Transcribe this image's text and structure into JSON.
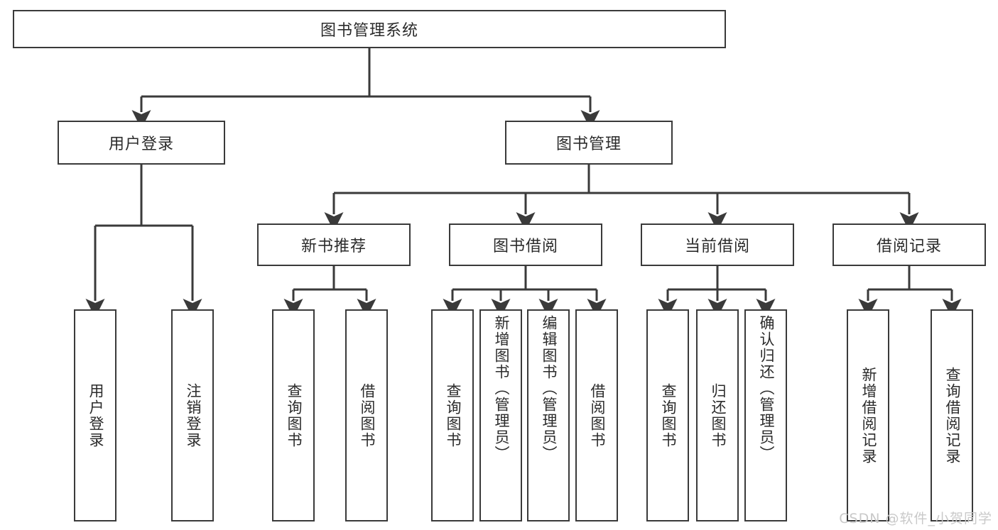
{
  "diagram": {
    "title": "图书管理系统",
    "watermark": "CSDN @软件_小贺同学",
    "style": {
      "border_color": "#3a3a3a",
      "background": "#ffffff",
      "text_color": "#2b2b2b",
      "watermark_color": "#c9c9c9"
    },
    "nodes": {
      "root": "图书管理系统",
      "user_login": "用户登录",
      "book_manage": "图书管理",
      "new_book_rec": "新书推荐",
      "book_borrow": "图书借阅",
      "current_borrow": "当前借阅",
      "borrow_record": "借阅记录",
      "leaf_user_login": "用户登录",
      "leaf_logout": "注销登录",
      "leaf_query_book_1": "查询图书",
      "leaf_borrow_book_1": "借阅图书",
      "leaf_query_book_2": "查询图书",
      "leaf_add_book_admin": "新增图书（管理员）",
      "leaf_edit_book_admin": "编辑图书（管理员）",
      "leaf_borrow_book_2": "借阅图书",
      "leaf_query_book_3": "查询图书",
      "leaf_return_book": "归还图书",
      "leaf_confirm_return_admin": "确认归还（管理员）",
      "leaf_add_record": "新增借阅记录",
      "leaf_query_record": "查询借阅记录"
    }
  }
}
